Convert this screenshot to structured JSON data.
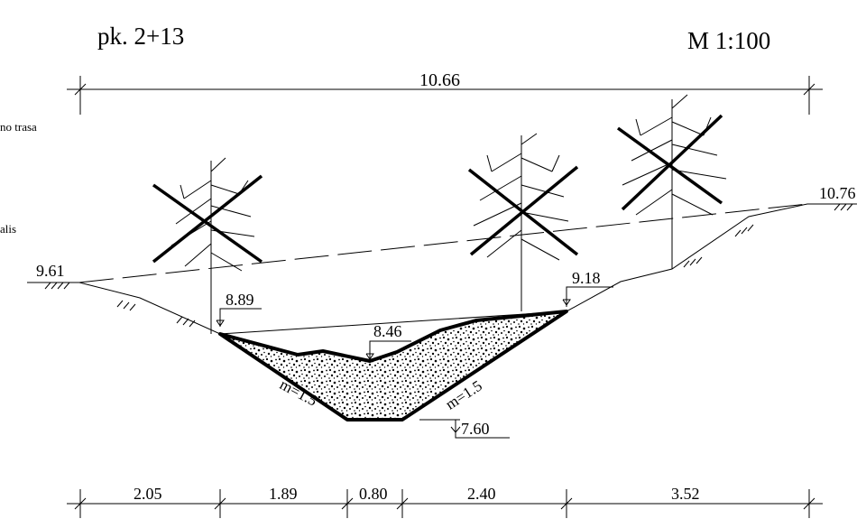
{
  "header": {
    "station": "pk. 2+13",
    "scale": "M 1:100"
  },
  "left_margin_labels": [
    "no trasa",
    "alis"
  ],
  "overall_width": "10.66",
  "elevations": {
    "left_bank": "9.61",
    "right_bank": "10.76",
    "left_edge": "8.89",
    "right_edge": "9.18",
    "fill_top": "8.46",
    "bottom": "7.60"
  },
  "slopes": {
    "left": "m=1.5",
    "right": "m=1.5"
  },
  "segment_widths": [
    "2.05",
    "1.89",
    "0.80",
    "2.40",
    "3.52"
  ],
  "colors": {
    "line": "#000000",
    "background": "#ffffff"
  }
}
